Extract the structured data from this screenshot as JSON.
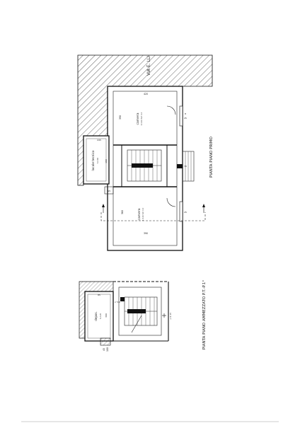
{
  "plan_primo": {
    "title": "PIANTA PIANO PRIMO",
    "street": "VIA E. LLI",
    "rooms": {
      "camera_top": {
        "name": "camera",
        "dim_a": "420",
        "dim_b": "390",
        "spec": "h 3.10 S.P. 0.0"
      },
      "camera_bottom": {
        "name": "camera",
        "dim_a": "390",
        "dim_b": "360",
        "spec": "h 3.10 S.P. 0.0"
      },
      "locale_tecnico": {
        "name": "locale tecnico",
        "dim_a": "245",
        "dim_b": "190",
        "spec": "h 2.40"
      }
    },
    "marks": {
      "wc": "WC",
      "h_tag": "H",
      "door_1": "25",
      "door_2": "25",
      "vano": "70"
    }
  },
  "plan_ammezzato": {
    "title": "PIANTA PIANO AMMEZZATO P.T.-P.1°",
    "rooms": {
      "deposito": {
        "name": "depos.",
        "dim_a": "300",
        "dim_b": "85",
        "spec": "h 2.20"
      }
    },
    "marks": {
      "level": "+ 0.15",
      "stair_note": "n°16",
      "dim_door_a": "45",
      "dim_door_b": "100"
    }
  },
  "icons": {
    "north_arrow_a": "north-arrow",
    "north_arrow_b": "north-arrow",
    "hatch": "diagonal-hatch"
  }
}
